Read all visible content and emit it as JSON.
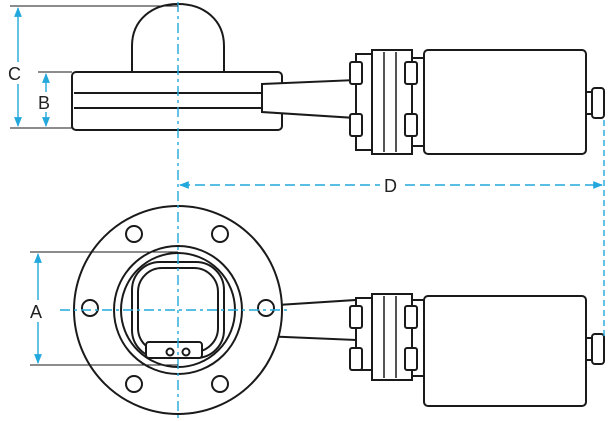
{
  "colors": {
    "outline": "#1a1a1a",
    "dimension": "#22a8dc",
    "fill": "#ffffff",
    "text": "#222222"
  },
  "dimensions": {
    "a": "A",
    "b": "B",
    "c": "C",
    "d": "D"
  }
}
